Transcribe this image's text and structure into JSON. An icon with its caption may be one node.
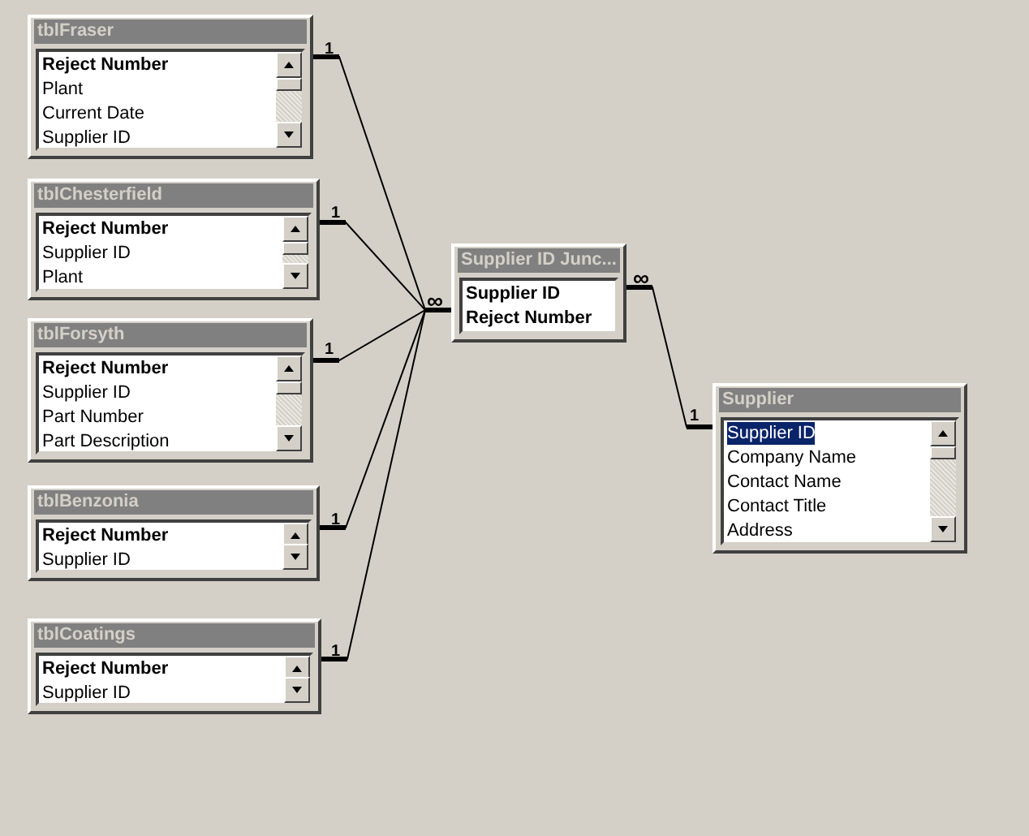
{
  "diagram": {
    "nodes": [
      {
        "text": [
          "tblFraser",
          "Reject Number",
          "Plant",
          "Current Date",
          "Supplier ID"
        ]
      },
      {
        "text": [
          "tblChesterfield",
          "Reject Number",
          "Supplier ID",
          "Plant"
        ]
      },
      {
        "text": [
          "tblForsyth",
          "Reject Number",
          "Supplier ID",
          "Part Number",
          "Part Description"
        ]
      },
      {
        "text": [
          "tblBenzonia",
          "Reject Number",
          "Supplier ID"
        ]
      },
      {
        "text": [
          "tblCoatings",
          "Reject Number",
          "Supplier ID"
        ]
      },
      {
        "text": [
          "Supplier ID Junc...",
          "Supplier ID",
          "Reject Number"
        ]
      },
      {
        "text": [
          "Supplier",
          "Supplier ID",
          "Company Name",
          "Contact Name",
          "Contact Title",
          "Address"
        ]
      }
    ],
    "edges": [
      {
        "from": 0,
        "to": 5,
        "arrow": "other"
      },
      {
        "from": 1,
        "to": 5,
        "arrow": "other"
      },
      {
        "from": 2,
        "to": 5,
        "arrow": "other"
      },
      {
        "from": 3,
        "to": 5,
        "arrow": "other"
      },
      {
        "from": 4,
        "to": 5,
        "arrow": "other"
      },
      {
        "from": 6,
        "to": 5,
        "arrow": "other"
      }
    ],
    "labels": [
      "1",
      "1",
      "∞",
      "∞",
      "1",
      "1",
      "1",
      "1"
    ]
  }
}
